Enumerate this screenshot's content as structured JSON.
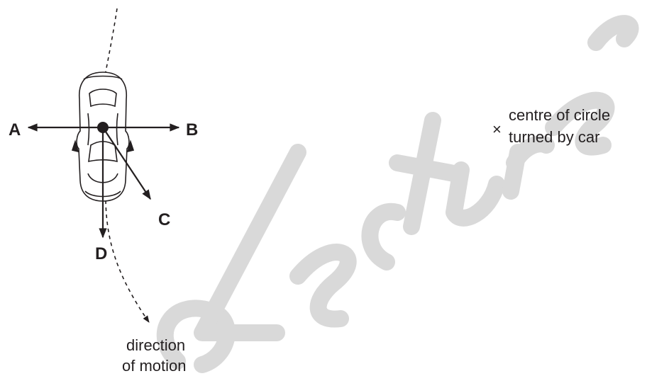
{
  "labels": {
    "a": "A",
    "b": "B",
    "c": "C",
    "d": "D"
  },
  "centre_marker": "×",
  "centre_label": [
    "centre of circle",
    "turned by car"
  ],
  "motion_label": [
    "direction",
    "of motion"
  ],
  "watermark": "a Lecture",
  "colors": {
    "ink": "#231f20",
    "watermark": "#d9d9d9"
  }
}
